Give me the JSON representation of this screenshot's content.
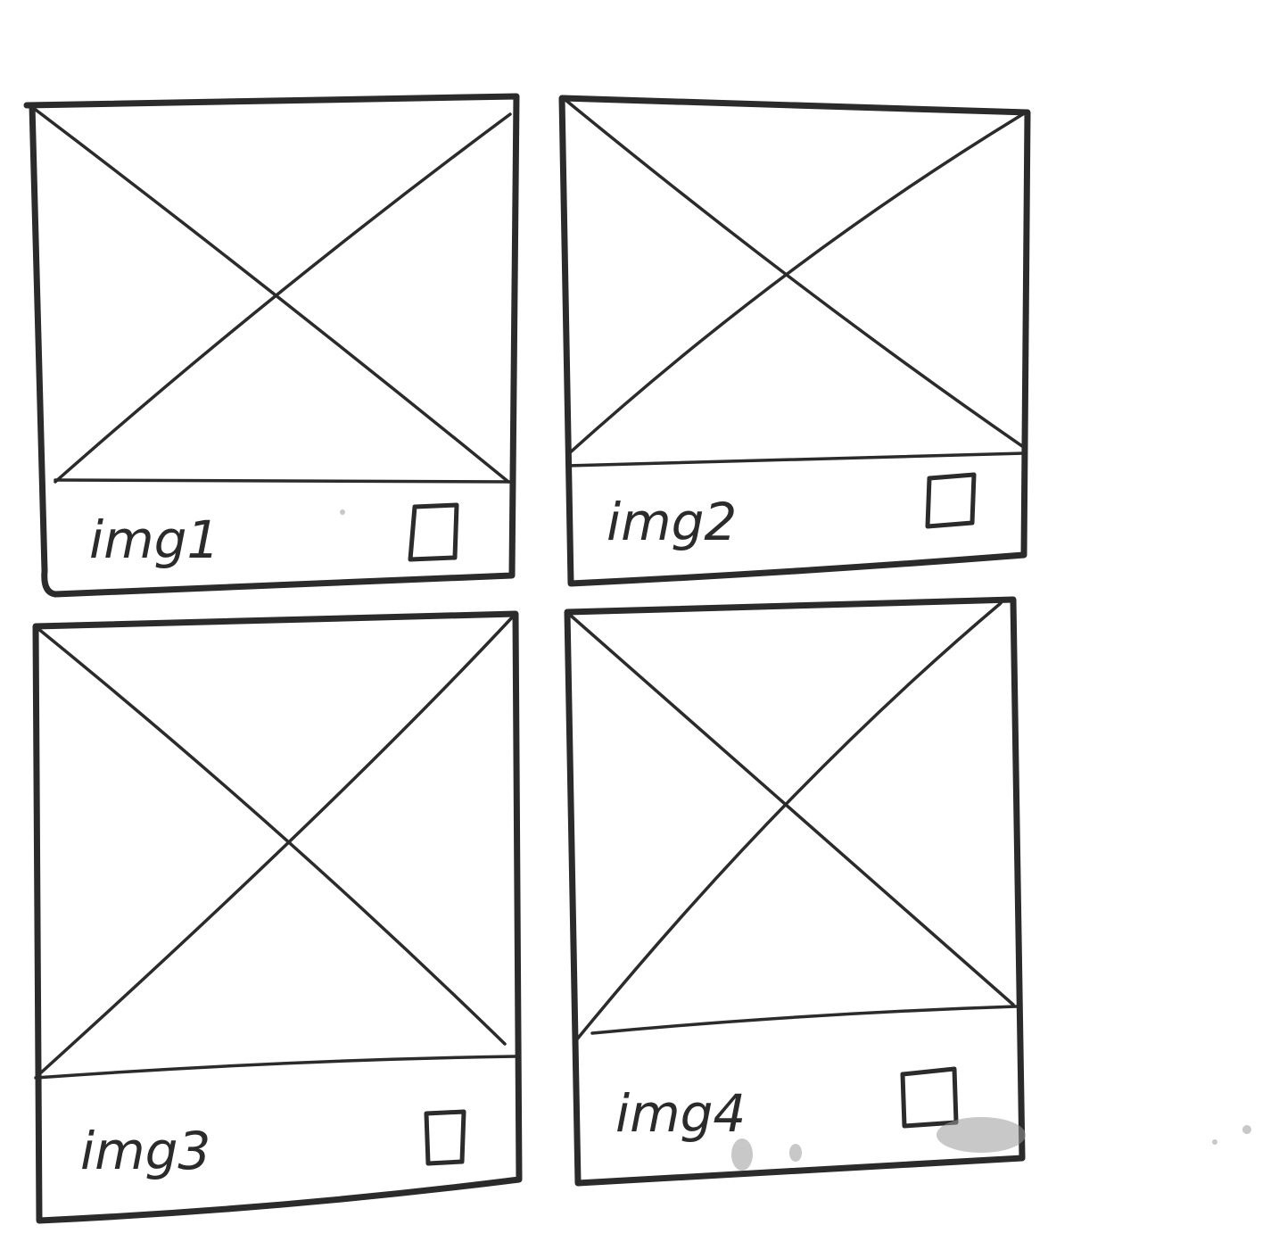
{
  "cards": [
    {
      "label": "img1"
    },
    {
      "label": "img2"
    },
    {
      "label": "img3"
    },
    {
      "label": "img4"
    }
  ],
  "colors": {
    "ink": "#2b2b2b",
    "paper": "#ffffff"
  },
  "icons": {
    "image_placeholder": "image-placeholder-icon",
    "select_control": "checkbox-icon"
  }
}
